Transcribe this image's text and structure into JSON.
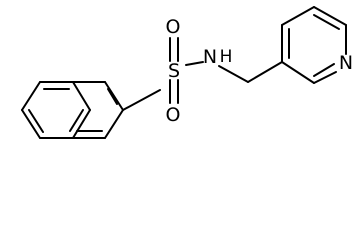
{
  "structure": {
    "atoms": {
      "sulfur": "S",
      "oxygen_top": "O",
      "oxygen_bottom": "O",
      "nitrogen_amide": "N",
      "hydrogen_amide": "H",
      "nitrogen_pyridine": "N"
    },
    "colors": {
      "bond": "#000000",
      "label": "#000000",
      "background": "#ffffff"
    }
  }
}
